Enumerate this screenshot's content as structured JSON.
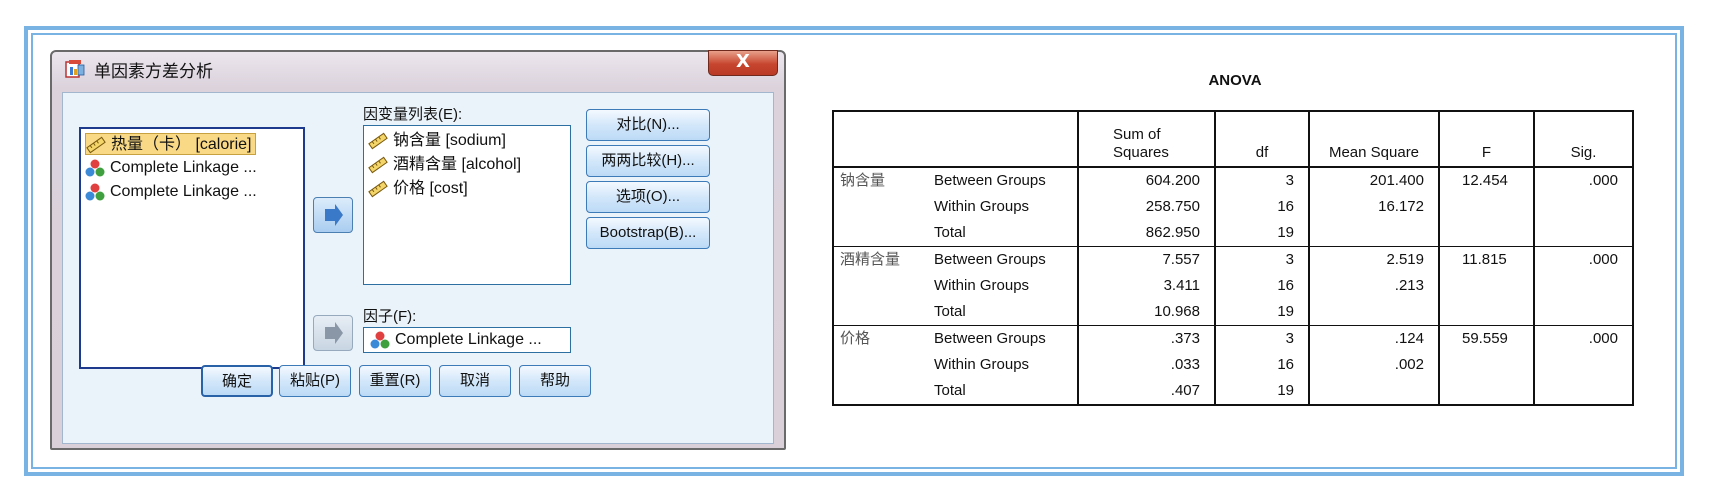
{
  "dialog": {
    "title": "单因素方差分析",
    "close_label": "X",
    "source_list": [
      {
        "label": "热量（卡） [calorie]",
        "icon": "ruler-scale-icon",
        "selected": true
      },
      {
        "label": "Complete Linkage ...",
        "icon": "nominal-variable-icon",
        "selected": false
      },
      {
        "label": "Complete Linkage ...",
        "icon": "nominal-variable-icon",
        "selected": false
      }
    ],
    "dependent_label": "因变量列表(E):",
    "dependent_list": [
      {
        "label": "钠含量 [sodium]",
        "icon": "ruler-scale-icon"
      },
      {
        "label": "酒精含量 [alcohol]",
        "icon": "ruler-scale-icon"
      },
      {
        "label": "价格 [cost]",
        "icon": "ruler-scale-icon"
      }
    ],
    "factor_label": "因子(F):",
    "factor_value": "Complete Linkage ...",
    "side_buttons": [
      "对比(N)...",
      "两两比较(H)...",
      "选项(O)...",
      "Bootstrap(B)..."
    ],
    "bottom_buttons": [
      "确定",
      "粘贴(P)",
      "重置(R)",
      "取消",
      "帮助"
    ]
  },
  "anova": {
    "title": "ANOVA",
    "headers": [
      "",
      "",
      "Sum of Squares",
      "df",
      "Mean Square",
      "F",
      "Sig."
    ],
    "groups": [
      {
        "variable": "钠含量",
        "rows": [
          {
            "source": "Between Groups",
            "ss": "604.200",
            "df": "3",
            "ms": "201.400",
            "f": "12.454",
            "sig": ".000"
          },
          {
            "source": "Within Groups",
            "ss": "258.750",
            "df": "16",
            "ms": "16.172",
            "f": "",
            "sig": ""
          },
          {
            "source": "Total",
            "ss": "862.950",
            "df": "19",
            "ms": "",
            "f": "",
            "sig": ""
          }
        ]
      },
      {
        "variable": "酒精含量",
        "rows": [
          {
            "source": "Between Groups",
            "ss": "7.557",
            "df": "3",
            "ms": "2.519",
            "f": "11.815",
            "sig": ".000"
          },
          {
            "source": "Within Groups",
            "ss": "3.411",
            "df": "16",
            "ms": ".213",
            "f": "",
            "sig": ""
          },
          {
            "source": "Total",
            "ss": "10.968",
            "df": "19",
            "ms": "",
            "f": "",
            "sig": ""
          }
        ]
      },
      {
        "variable": "价格",
        "rows": [
          {
            "source": "Between Groups",
            "ss": ".373",
            "df": "3",
            "ms": ".124",
            "f": "59.559",
            "sig": ".000"
          },
          {
            "source": "Within Groups",
            "ss": ".033",
            "df": "16",
            "ms": ".002",
            "f": "",
            "sig": ""
          },
          {
            "source": "Total",
            "ss": ".407",
            "df": "19",
            "ms": "",
            "f": "",
            "sig": ""
          }
        ]
      }
    ]
  },
  "colors": {
    "frame": "#79b3e3",
    "selection": "#f9d985",
    "button_border": "#3c7ab8"
  }
}
